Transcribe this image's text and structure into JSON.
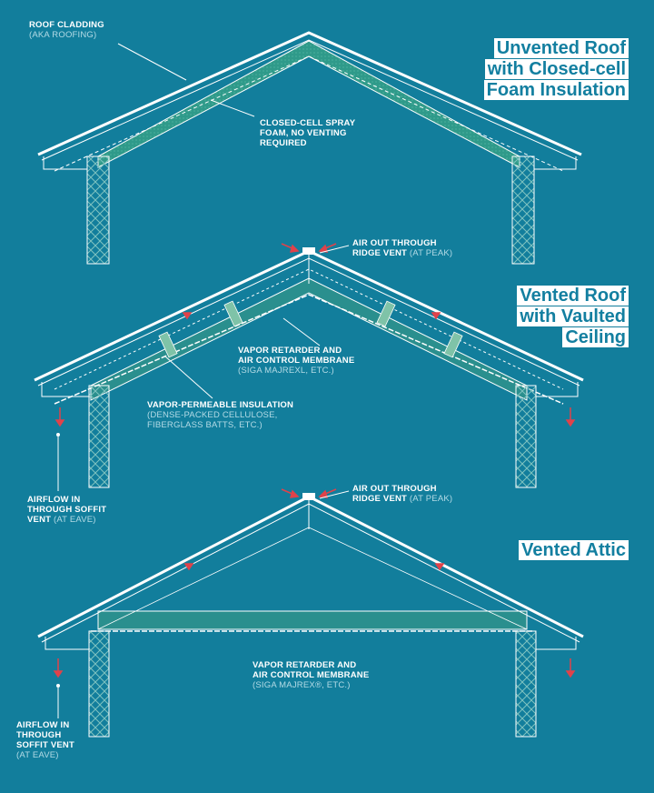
{
  "colors": {
    "background": "#127e9c",
    "insulation": "#2f9a8a",
    "line": "#ffffff",
    "airflow": "#e0424a",
    "muted_text": "#b4dbe6"
  },
  "sections": [
    {
      "title_lines": [
        "Unvented Roof",
        "with Closed-cell",
        "Foam Insulation"
      ],
      "labels": {
        "roof_cladding": {
          "main": "ROOF CLADDING",
          "sub": "(AKA ROOFING)"
        },
        "spray_foam": {
          "lines": [
            "CLOSED-CELL SPRAY",
            "FOAM, NO VENTING",
            "REQUIRED"
          ]
        }
      }
    },
    {
      "title_lines": [
        "Vented Roof",
        "with Vaulted",
        "Ceiling"
      ],
      "labels": {
        "ridge_vent": {
          "line1": "AIR OUT THROUGH",
          "line2_main": "RIDGE VENT",
          "line2_sub": "(AT PEAK)"
        },
        "vapor_retarder": {
          "lines": [
            "VAPOR RETARDER AND",
            "AIR CONTROL MEMBRANE"
          ],
          "sub": "(SIGA MAJREXL, ETC.)"
        },
        "insulation": {
          "main": "VAPOR-PERMEABLE INSULATION",
          "sub_lines": [
            "(DENSE-PACKED CELLULOSE,",
            "FIBERGLASS BATTS, ETC.)"
          ]
        },
        "soffit_airflow": {
          "lines": [
            "AIRFLOW IN",
            "THROUGH SOFFIT"
          ],
          "last_main": "VENT",
          "last_sub": "(AT EAVE)"
        }
      }
    },
    {
      "title_lines": [
        "Vented Attic"
      ],
      "labels": {
        "ridge_vent": {
          "line1": "AIR OUT THROUGH",
          "line2_main": "RIDGE VENT",
          "line2_sub": "(AT PEAK)"
        },
        "vapor_retarder": {
          "lines": [
            "VAPOR RETARDER AND",
            "AIR CONTROL MEMBRANE"
          ],
          "sub": "(SIGA MAJREX®, ETC.)"
        },
        "soffit_airflow": {
          "lines": [
            "AIRFLOW IN",
            "THROUGH",
            "SOFFIT VENT"
          ],
          "sub": "(AT EAVE)"
        }
      }
    }
  ]
}
